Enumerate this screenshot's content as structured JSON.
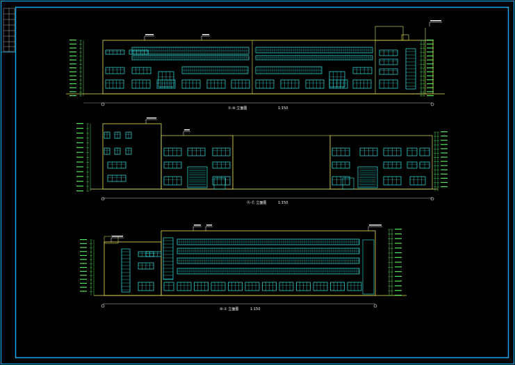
{
  "colors": {
    "background": "#000000",
    "frame": "#19a9e6",
    "wall": "#e8e85a",
    "window": "#39ecec",
    "dimension": "#58e65a",
    "text": "#ffffff"
  },
  "elevations": [
    {
      "id": "elevation-1",
      "title": "①-⑩ 立面图",
      "scale": "1:150"
    },
    {
      "id": "elevation-2",
      "title": "Ⓐ-Ⓔ 立面图",
      "scale": "1:150"
    },
    {
      "id": "elevation-3",
      "title": "⑩-① 立面图",
      "scale": "1:150"
    }
  ]
}
